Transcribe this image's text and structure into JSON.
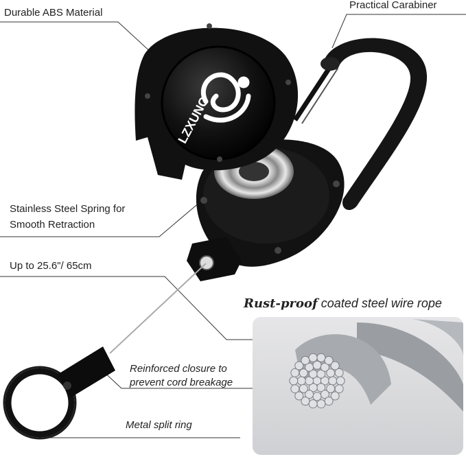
{
  "labels": {
    "material": "Durable ABS Material",
    "carabiner": "Practical Carabiner",
    "spring_line1": "Stainless Steel Spring for",
    "spring_line2": "Smooth Retraction",
    "length": "Up to 25.6\"/ 65cm",
    "closure_line1": "Reinforced closure to",
    "closure_line2": "prevent cord breakage",
    "split_ring": "Metal split ring"
  },
  "feature": {
    "rust_bold": "Rust-proof",
    "rust_rest": " coated steel wire rope"
  },
  "brand": {
    "logo_text": "LZXUNG"
  },
  "colors": {
    "body": "#111111",
    "line": "#333333",
    "steel": "#b9bcc0"
  }
}
